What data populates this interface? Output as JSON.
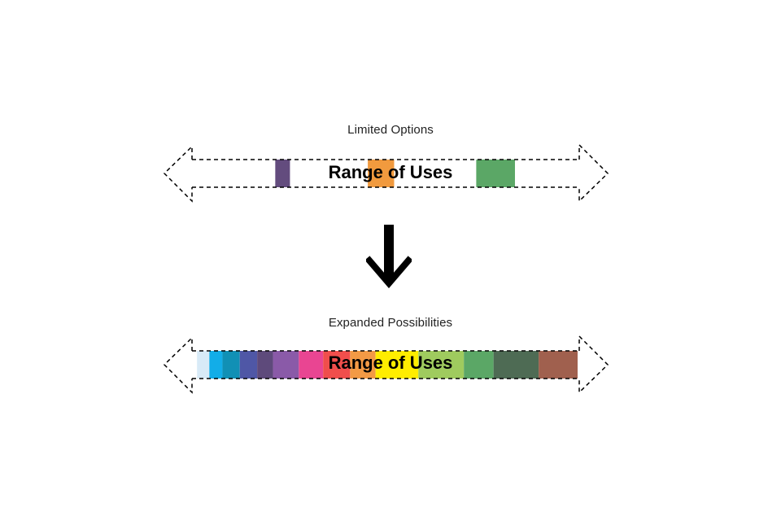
{
  "top": {
    "caption": "Limited Options",
    "label": "Range of Uses",
    "segments": [
      {
        "color": "#634C7E",
        "start": 0.215,
        "end": 0.253
      },
      {
        "color": "#F19A3E",
        "start": 0.454,
        "end": 0.522
      },
      {
        "color": "#5BA766",
        "start": 0.734,
        "end": 0.834
      }
    ]
  },
  "bottom": {
    "caption": "Expanded Possibilities",
    "label": "Range of Uses",
    "segments": [
      {
        "color": "#D8EAF7",
        "start": 0.013,
        "end": 0.045
      },
      {
        "color": "#12ADE8",
        "start": 0.045,
        "end": 0.079
      },
      {
        "color": "#1190B5",
        "start": 0.079,
        "end": 0.124
      },
      {
        "color": "#4F57A6",
        "start": 0.124,
        "end": 0.169
      },
      {
        "color": "#5E4A7B",
        "start": 0.169,
        "end": 0.21
      },
      {
        "color": "#8A5AA8",
        "start": 0.21,
        "end": 0.277
      },
      {
        "color": "#E94592",
        "start": 0.277,
        "end": 0.34
      },
      {
        "color": "#F04E4C",
        "start": 0.34,
        "end": 0.41
      },
      {
        "color": "#F39A45",
        "start": 0.41,
        "end": 0.476
      },
      {
        "color": "#FFED00",
        "start": 0.476,
        "end": 0.587
      },
      {
        "color": "#9FCB5E",
        "start": 0.587,
        "end": 0.705
      },
      {
        "color": "#5BA766",
        "start": 0.705,
        "end": 0.782
      },
      {
        "color": "#4E6B54",
        "start": 0.782,
        "end": 0.899
      },
      {
        "color": "#A0604E",
        "start": 0.899,
        "end": 1.0
      }
    ]
  }
}
